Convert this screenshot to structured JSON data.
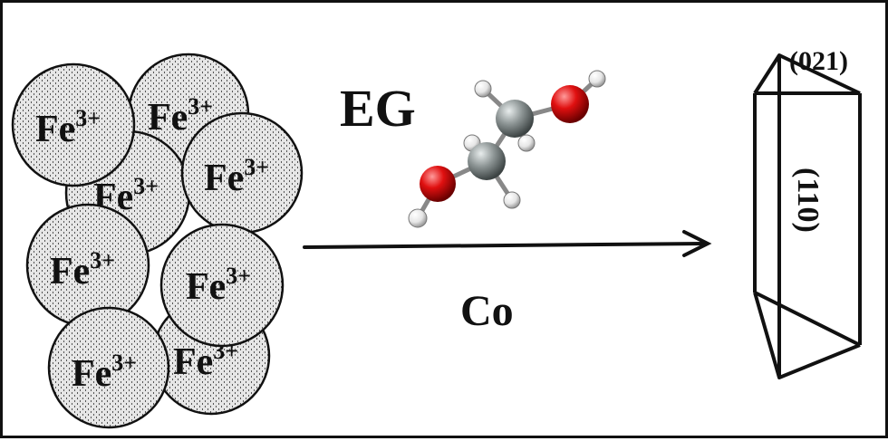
{
  "ions": [
    {
      "base": "Fe",
      "sup": "3+"
    },
    {
      "base": "Fe",
      "sup": "3+"
    },
    {
      "base": "Fe",
      "sup": "3+"
    },
    {
      "base": "Fe",
      "sup": "3+"
    },
    {
      "base": "Fe",
      "sup": "3+"
    },
    {
      "base": "Fe",
      "sup": "3+"
    },
    {
      "base": "Fe",
      "sup": "3+"
    },
    {
      "base": "Fe",
      "sup": "3+"
    }
  ],
  "reagent_label": "EG",
  "condition_label": "Co",
  "facets": {
    "top": "(021)",
    "side": "(110)"
  },
  "colors": {
    "outline": "#111111",
    "particle_fill": "#e4e4e4",
    "oxygen": "#e01010",
    "carbon": "#8c9494",
    "hydrogen": "#e6e6e6"
  }
}
